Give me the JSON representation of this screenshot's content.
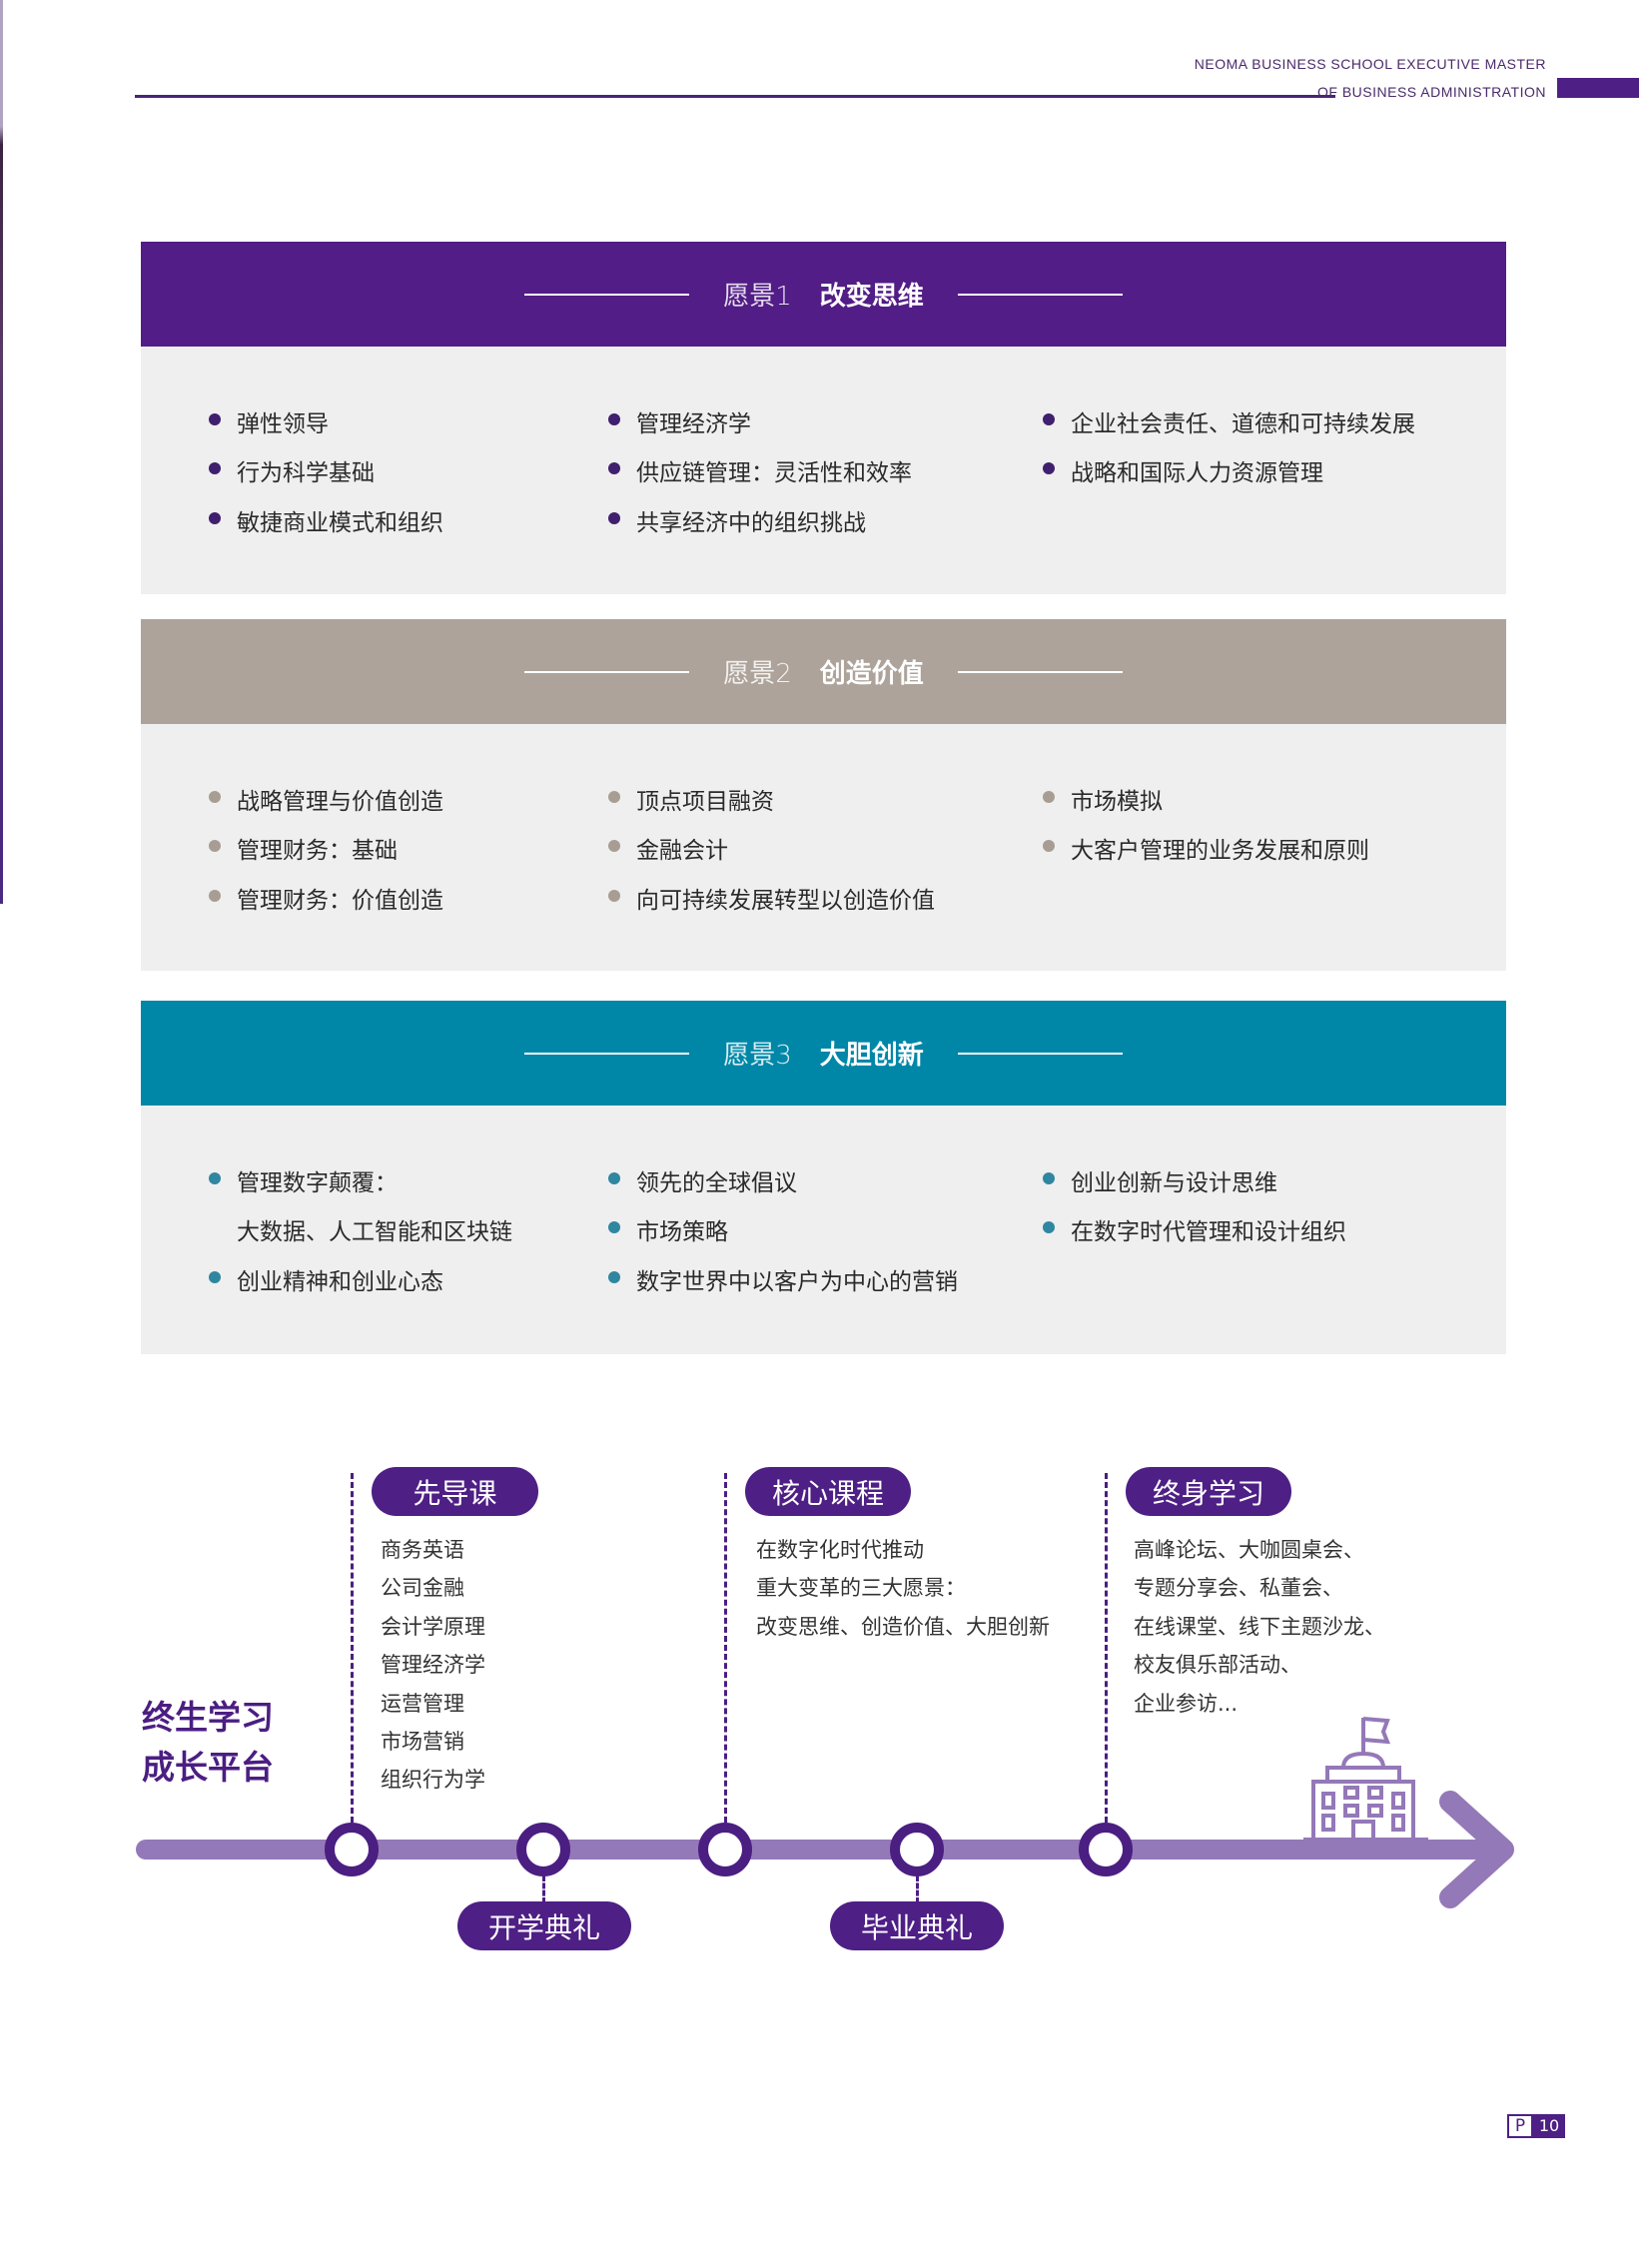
{
  "header": {
    "brand_line1": "NEOMA BUSINESS SCHOOL EXECUTIVE MASTER",
    "brand_line2": "OF BUSINESS ADMINISTRATION"
  },
  "visions": [
    {
      "number": "愿景1",
      "title": "改变思维",
      "head_color": "#521d86",
      "dot_color": "#3f1f6e",
      "columns": [
        [
          "弹性领导",
          "行为科学基础",
          "敏捷商业模式和组织"
        ],
        [
          "管理经济学",
          "供应链管理：灵活性和效率",
          "共享经济中的组织挑战"
        ],
        [
          "企业社会责任、道德和可持续发展",
          "战略和国际人力资源管理"
        ]
      ]
    },
    {
      "number": "愿景2",
      "title": "创造价值",
      "head_color": "#ada39a",
      "dot_color": "#a89d93",
      "columns": [
        [
          "战略管理与价值创造",
          "管理财务：基础",
          "管理财务：价值创造"
        ],
        [
          "顶点项目融资",
          "金融会计",
          "向可持续发展转型以创造价值"
        ],
        [
          "市场模拟",
          "大客户管理的业务发展和原则"
        ]
      ]
    },
    {
      "number": "愿景3",
      "title": "大胆创新",
      "head_color": "#0087a8",
      "dot_color": "#2f86a0",
      "columns": [
        [
          "管理数字颠覆：",
          "大数据、人工智能和区块链",
          "创业精神和创业心态"
        ],
        [
          "领先的全球倡议",
          "市场策略",
          "数字世界中以客户为中心的营销"
        ],
        [
          "创业创新与设计思维",
          "在数字时代管理和设计组织"
        ]
      ],
      "continuation_index": [
        0,
        1
      ]
    }
  ],
  "timeline": {
    "side_title_line1": "终生学习",
    "side_title_line2": "成长平台",
    "top_stages": [
      {
        "label": "先导课",
        "items": [
          "商务英语",
          "公司金融",
          "会计学原理",
          "管理经济学",
          "运营管理",
          "市场营销",
          "组织行为学"
        ]
      },
      {
        "label": "核心课程",
        "items": [
          "在数字化时代推动",
          "重大变革的三大愿景：",
          "改变思维、创造价值、大胆创新"
        ]
      },
      {
        "label": "终身学习",
        "items": [
          "高峰论坛、大咖圆桌会、",
          "专题分享会、私董会、",
          "在线课堂、线下主题沙龙、",
          "校友俱乐部活动、",
          "企业参访..."
        ]
      }
    ],
    "bottom_stages": [
      {
        "label": "开学典礼"
      },
      {
        "label": "毕业典礼"
      }
    ]
  },
  "page": {
    "prefix": "P",
    "number": "10"
  }
}
